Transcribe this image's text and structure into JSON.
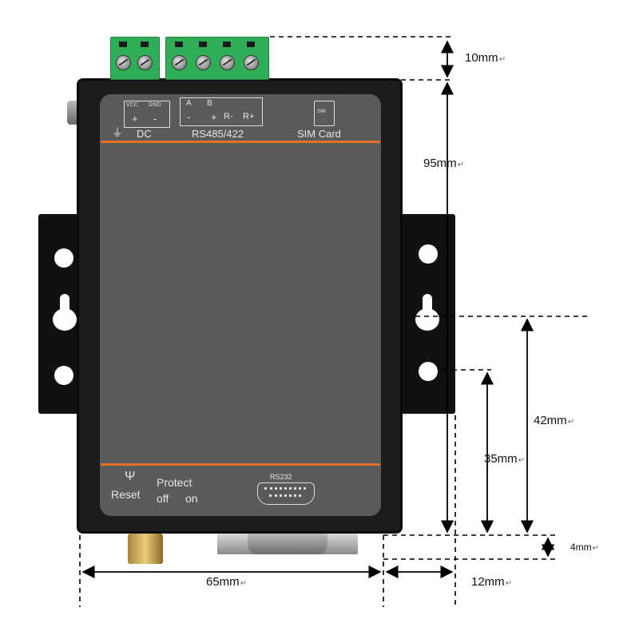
{
  "device": {
    "power_labels": [
      "VCC",
      "GND",
      "+",
      "-"
    ],
    "power_caption": "DC",
    "serial_labels": [
      "A",
      "B",
      "-",
      "+",
      "R-",
      "R+"
    ],
    "serial_caption": "RS485/422",
    "sim_icon_text": "SIM",
    "sim_caption": "SIM Card",
    "reset_label": "Reset",
    "protect_label": "Protect",
    "protect_off": "off",
    "protect_on": "on",
    "rs232_label": "RS232"
  },
  "dimensions": {
    "terminal_height": "10mm",
    "body_height": "95mm",
    "hole_spacing_outer": "42mm",
    "hole_spacing_inner": "35mm",
    "bottom_offset": "4mm",
    "body_width": "65mm",
    "side_depth": "12mm",
    "return_mark": "↵"
  },
  "colors": {
    "body": "#1c1c1c",
    "panel": "#5a5a5a",
    "accent_line": "#e0702a",
    "terminal": "#2fae57"
  }
}
